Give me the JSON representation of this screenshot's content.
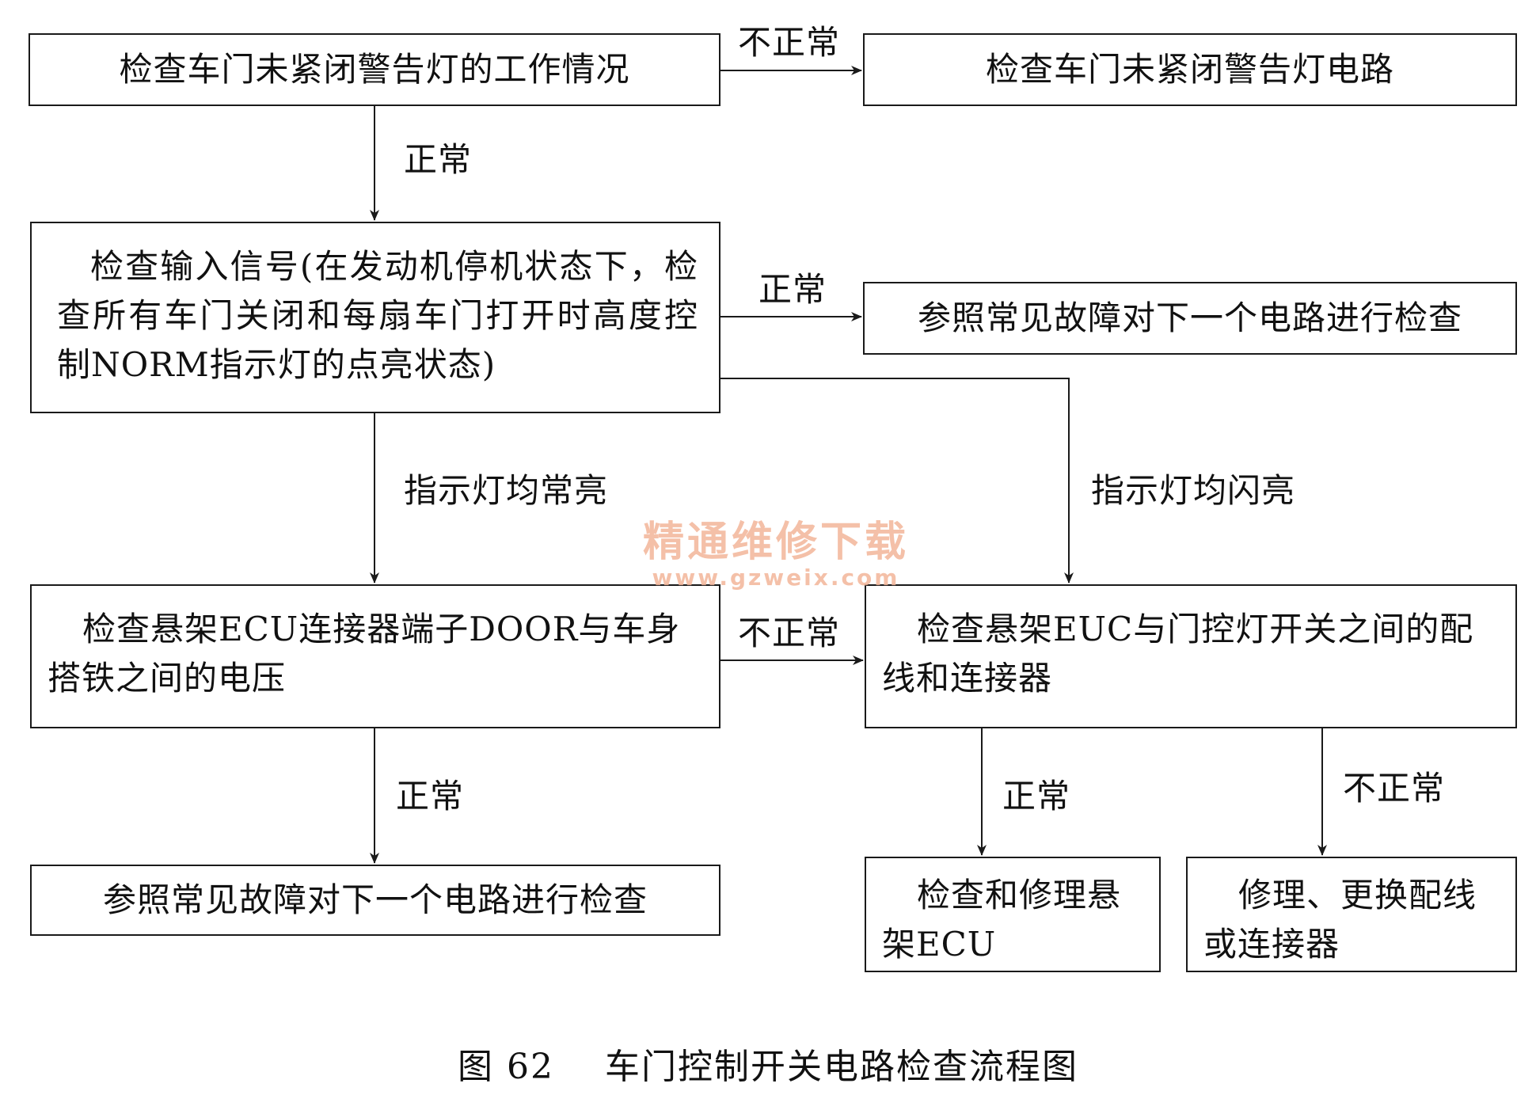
{
  "diagram": {
    "nodes": {
      "check_warning_light": "检查车门未紧闭警告灯的工作情况",
      "check_warning_circuit": "检查车门未紧闭警告灯电路",
      "check_input_signal": "检查输入信号(在发动机停机状态下，检查所有车门关闭和每扇车门打开时高度控制NORM指示灯的点亮状态)",
      "refer_next_circuit_right": "参照常见故障对下一个电路进行检查",
      "check_ecu_door_voltage": "检查悬架ECU连接器端子DOOR与车身搭铁之间的电压",
      "check_wiring_connector": "检查悬架EUC与门控灯开关之间的配线和连接器",
      "refer_next_circuit_bottom": "参照常见故障对下一个电路进行检查",
      "repair_ecu": "检查和修理悬架ECU",
      "repair_wiring": "修理、更换配线或连接器"
    },
    "edges": {
      "warning_abnormal": "不正常",
      "warning_normal": "正常",
      "input_normal": "正常",
      "input_steady": "指示灯均常亮",
      "input_flashing": "指示灯均闪亮",
      "voltage_abnormal": "不正常",
      "voltage_normal": "正常",
      "wiring_normal": "正常",
      "wiring_abnormal": "不正常"
    }
  },
  "watermark": {
    "name": "精通维修下载",
    "url": "www.gzweix.com"
  },
  "caption": "图 62    车门控制开关电路检查流程图",
  "colors": {
    "line": "#1a1a1a",
    "watermark": "#f3b69a"
  }
}
